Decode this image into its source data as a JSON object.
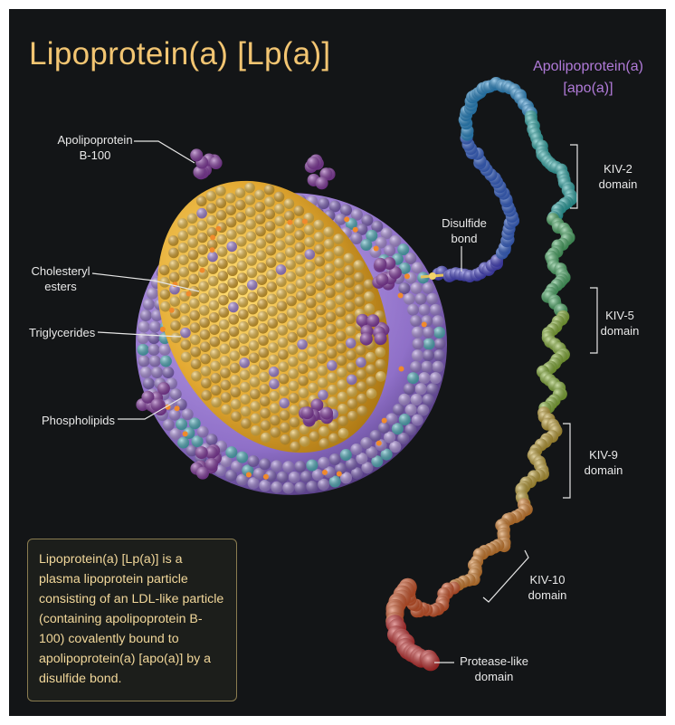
{
  "title": "Lipoprotein(a) [Lp(a)]",
  "apo_label": {
    "line1": "Apolipoprotein(a)",
    "line2": "[apo(a)]"
  },
  "labels": {
    "apob": "Apolipoprotein\nB-100",
    "cholesteryl": "Cholesteryl\nesters",
    "triglycerides": "Triglycerides",
    "phospholipids": "Phospholipids",
    "disulfide": "Disulfide\nbond",
    "kiv2": "KIV-2\ndomain",
    "kiv5": "KIV-5\ndomain",
    "kiv9": "KIV-9\ndomain",
    "kiv10": "KIV-10\ndomain",
    "protease": "Protease-like\ndomain"
  },
  "description": "Lipoprotein(a) [Lp(a)] is a plasma lipoprotein particle consisting of an LDL-like particle (containing apolipoprotein B-100) covalently bound to apolipoprotein(a) [apo(a)] by a disulfide bond.",
  "colors": {
    "background": "#131517",
    "title": "#f2c572",
    "core": "#e8b13a",
    "shell": "#9c7fd0",
    "apoB": "#8a3fa6",
    "chain_start": "#4a47c8",
    "chain_end": "#c43030"
  }
}
